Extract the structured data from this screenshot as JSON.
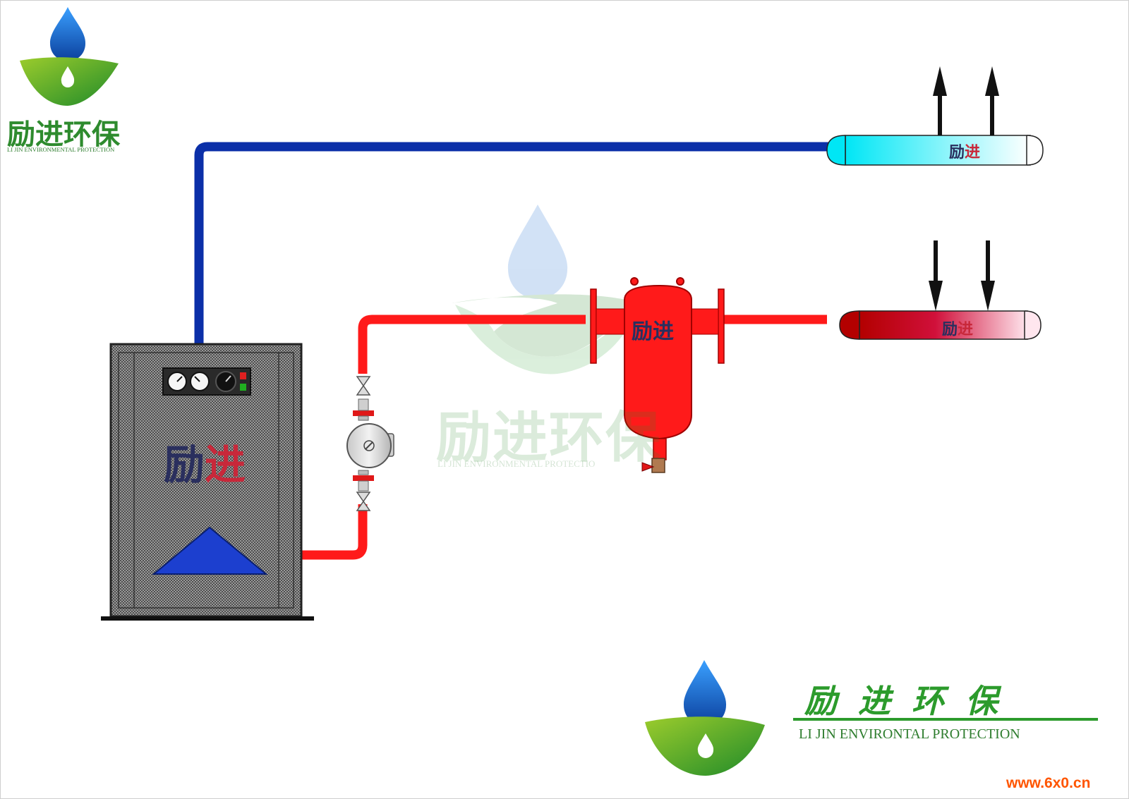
{
  "logo_top_left": {
    "cn": "励进环保",
    "en": "LI JIN ENVIRONMENTAL PROTECTION"
  },
  "watermark_center": {
    "cn": "励进环保",
    "en": "LI JIN ENVIRONMENTAL PROTECTIO"
  },
  "logo_bottom_right": {
    "cn": "励进环保",
    "en": "LI JIN ENVIRONTAL PROTECTION"
  },
  "site_url": "www.6x0.cn",
  "equipment_marks": {
    "boiler": {
      "part1": "励",
      "part2": "进"
    },
    "separator": {
      "part1": "励",
      "part2": "进"
    },
    "supply_header": {
      "part1": "励",
      "part2": "进"
    },
    "return_header": {
      "part1": "励",
      "part2": "进"
    }
  },
  "colors": {
    "supply_pipe": "#0b2fa8",
    "return_pipe": "#ff1a1a",
    "boiler_body": "#8a8a8a",
    "brand_green": "#2e8b2e",
    "drop_blue": "#1f6fd0",
    "url_orange": "#ff5500"
  },
  "icons": [
    "water-drop-icon",
    "green-leaf-icon",
    "gauge-icon",
    "flow-arrow-up-icon",
    "flow-arrow-down-icon",
    "valve-icon",
    "pump-icon"
  ]
}
